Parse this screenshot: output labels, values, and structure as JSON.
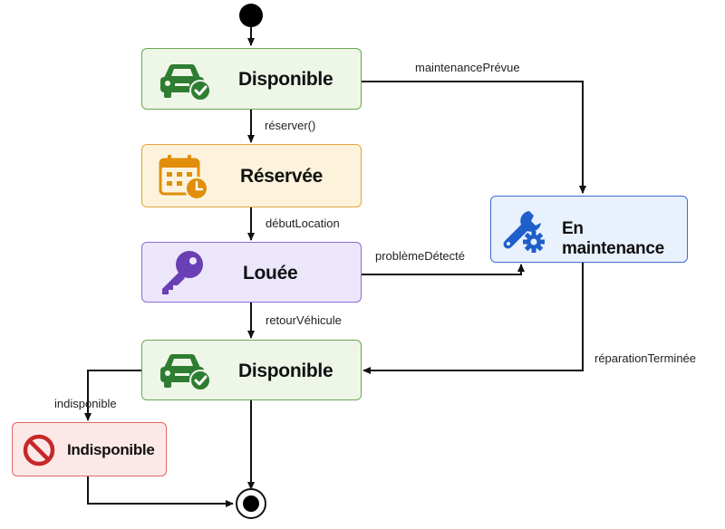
{
  "colors": {
    "green_fill": "#eef6e8",
    "green_border": "#6aa84f",
    "orange_fill": "#fdf3dc",
    "orange_border": "#e6a23c",
    "purple_fill": "#ece6fb",
    "purple_border": "#8e6bd6",
    "blue_fill": "#e9f1fd",
    "blue_border": "#3d6fd6",
    "red_fill": "#fde8e8",
    "red_border": "#e06666",
    "line": "#111111"
  },
  "states": {
    "disponible_1": {
      "label": "Disponible",
      "icon": "car-check-icon"
    },
    "reservee": {
      "label": "Réservée",
      "icon": "calendar-clock-icon"
    },
    "louee": {
      "label": "Louée",
      "icon": "key-icon"
    },
    "maintenance": {
      "label": "En maintenance",
      "icon": "wrench-gear-icon"
    },
    "disponible_2": {
      "label": "Disponible",
      "icon": "car-check-icon"
    },
    "indisponible": {
      "label": "Indisponible",
      "icon": "no-entry-icon"
    }
  },
  "transitions": {
    "reserver": "réserver()",
    "debut_location": "débutLocation",
    "retour_vehicule": "retourVéhicule",
    "maintenance_prevue": "maintenancePrévue",
    "probleme_detecte": "problèmeDétecté",
    "reparation_terminee": "réparationTerminée",
    "indisponible": "indisponible"
  }
}
